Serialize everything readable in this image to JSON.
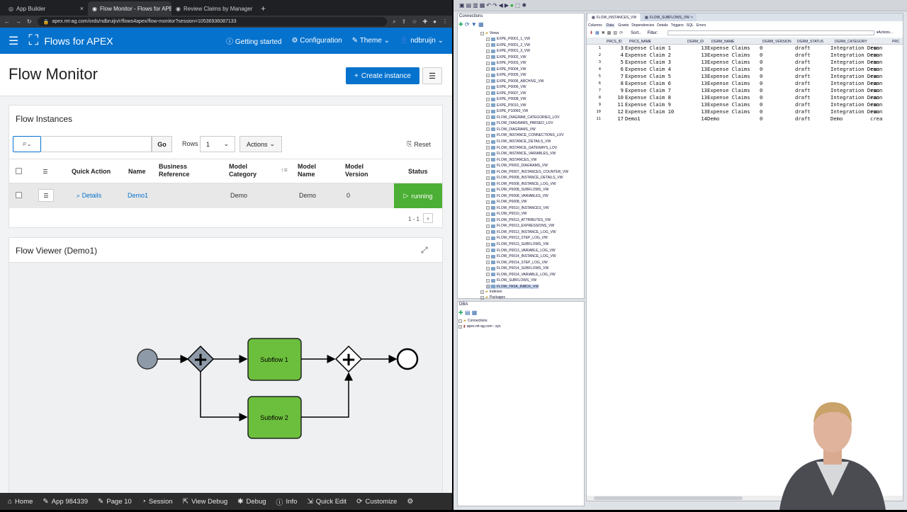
{
  "browser": {
    "tabs": [
      {
        "label": "App Builder",
        "active": false
      },
      {
        "label": "Flow Monitor - Flows for APEX",
        "active": true
      },
      {
        "label": "Review Claims by Manager",
        "active": false
      }
    ],
    "url": "apex.mt-ag.com/ords/ndbruijn/r/flows4apex/flow-monitor?session=10536936087133"
  },
  "app": {
    "name": "Flows for APEX",
    "nav": {
      "getting_started": "Getting started",
      "configuration": "Configuration",
      "theme": "Theme",
      "user": "ndbruijn"
    }
  },
  "page": {
    "title": "Flow Monitor",
    "create_label": "Create instance"
  },
  "flow_instances": {
    "title": "Flow Instances",
    "go_label": "Go",
    "rows_label": "Rows",
    "rows_value": "1",
    "actions_label": "Actions",
    "reset_label": "Reset",
    "columns": {
      "quick_action": "Quick Action",
      "name": "Name",
      "business_ref": "Business Reference",
      "model_category": "Model Category",
      "model_name": "Model Name",
      "model_version": "Model Version",
      "status": "Status"
    },
    "row": {
      "quick_action": "Details",
      "name": "Demo1",
      "business_ref": "",
      "model_category": "Demo",
      "model_name": "Demo",
      "model_version": "0",
      "status": "running"
    },
    "pagination": "1 - 1"
  },
  "flow_viewer": {
    "title": "Flow Viewer (Demo1)",
    "subflow1": "Subflow 1",
    "subflow2": "Subflow 2"
  },
  "devbar": {
    "home": "Home",
    "app": "App 984339",
    "page": "Page 10",
    "session": "Session",
    "view_debug": "View Debug",
    "debug": "Debug",
    "info": "Info",
    "quick_edit": "Quick Edit",
    "customize": "Customize"
  },
  "sqldev": {
    "connections_title": "Connections",
    "views_label": "Views",
    "views": [
      "EXPE_P0001_1_VW",
      "EXPE_P0001_2_VW",
      "EXPE_P0001_3_VW",
      "EXPE_P0002_VW",
      "EXPE_P0003_VW",
      "EXPE_P0004_VW",
      "EXPE_P0005_VW",
      "EXPE_P0006_ARCHIVE_VW",
      "EXPE_P0006_VW",
      "EXPE_P0007_VW",
      "EXPE_P0008_VW",
      "EXPE_P0010_VW",
      "EXPE_P10060_VW",
      "FLOW_DIAGRAM_CATEGORIES_LOV",
      "FLOW_DIAGRAMS_PARSED_LOV",
      "FLOW_DIAGRAMS_VW",
      "FLOW_INSTANCE_CONNECTIONS_LOV",
      "FLOW_INSTANCE_DETAILS_VW",
      "FLOW_INSTANCE_GATEWAYS_LOV",
      "FLOW_INSTANCE_VARIABLES_VW",
      "FLOW_INSTANCES_VW",
      "FLOW_P0002_DIAGRAMS_VW",
      "FLOW_P0007_INSTANCES_COUNTER_VW",
      "FLOW_P0008_INSTANCE_DETAILS_VW",
      "FLOW_P0008_INSTANCE_LOG_VW",
      "FLOW_P0008_SUBFLOWS_VW",
      "FLOW_P0008_VARIABLES_VW",
      "FLOW_P0008_VW",
      "FLOW_P0010_INSTANCES_VW",
      "FLOW_P0010_VW",
      "FLOW_P0013_ATTRIBUTES_VW",
      "FLOW_P0013_EXPRESSIONS_VW",
      "FLOW_P0013_INSTANCE_LOG_VW",
      "FLOW_P0013_STEP_LOG_VW",
      "FLOW_P0013_SUBFLOWS_VW",
      "FLOW_P0013_VARIABLE_LOG_VW",
      "FLOW_P0014_INSTANCE_LOG_VW",
      "FLOW_P0014_STEP_LOG_VW",
      "FLOW_P0014_SUBFLOWS_VW",
      "FLOW_P0014_VARIABLE_LOG_VW",
      "FLOW_SUBFLOWS_VW",
      "FLOW_TASK_INBOX_VW"
    ],
    "indexes_label": "Indexes",
    "packages_label": "Packages",
    "dba_title": "DBA",
    "dba_connections": "Connections",
    "dba_conn_item": "apex.mt-ag.com - sys",
    "editor_tabs": [
      "FLOW_INSTANCES_VW",
      "FLOW_SUBFLOWS_VW"
    ],
    "sub_tabs": [
      "Columns",
      "Data",
      "Grants",
      "Dependencies",
      "Details",
      "Triggers",
      "SQL",
      "Errors"
    ],
    "sort_label": "Sort..",
    "filter_label": "Filter:",
    "actions_label": "Actions...",
    "grid_columns": [
      "PRCS_ID",
      "PRCS_NAME",
      "DGRM_ID",
      "DGRM_NAME",
      "DGRM_VERSION",
      "DGRM_STATUS",
      "DGRM_CATEGORY",
      "PRC"
    ],
    "grid_rows": [
      [
        "1",
        "3",
        "Expense Claim 1",
        "13",
        "Expense Claims",
        "0",
        "draft",
        "Integration Demo",
        "runn"
      ],
      [
        "2",
        "4",
        "Expense Claim 2",
        "13",
        "Expense Claims",
        "0",
        "draft",
        "Integration Demo",
        "runn"
      ],
      [
        "3",
        "5",
        "Expense Claim 3",
        "13",
        "Expense Claims",
        "0",
        "draft",
        "Integration Demo",
        "runn"
      ],
      [
        "4",
        "6",
        "Expense Claim 4",
        "13",
        "Expense Claims",
        "0",
        "draft",
        "Integration Demo",
        "runn"
      ],
      [
        "5",
        "7",
        "Expense Claim 5",
        "13",
        "Expense Claims",
        "0",
        "draft",
        "Integration Demo",
        "runn"
      ],
      [
        "6",
        "8",
        "Expense Claim 6",
        "13",
        "Expense Claims",
        "0",
        "draft",
        "Integration Demo",
        "runn"
      ],
      [
        "7",
        "9",
        "Expense Claim 7",
        "13",
        "Expense Claims",
        "0",
        "draft",
        "Integration Demo",
        "runn"
      ],
      [
        "8",
        "10",
        "Expense Claim 8",
        "13",
        "Expense Claims",
        "0",
        "draft",
        "Integration Demo",
        "runn"
      ],
      [
        "9",
        "11",
        "Expense Claim 9",
        "13",
        "Expense Claims",
        "0",
        "draft",
        "Integration Demo",
        "runn"
      ],
      [
        "10",
        "12",
        "Expense Claim 10",
        "13",
        "Expense Claims",
        "0",
        "draft",
        "Integration Demo",
        "runn"
      ],
      [
        "11",
        "17",
        "Demo1",
        "14",
        "Demo",
        "0",
        "draft",
        "Demo",
        "crea"
      ]
    ]
  },
  "colors": {
    "apex_blue": "#0572ce",
    "running_green": "#4caf35",
    "subflow_green": "#6cbf3c"
  }
}
